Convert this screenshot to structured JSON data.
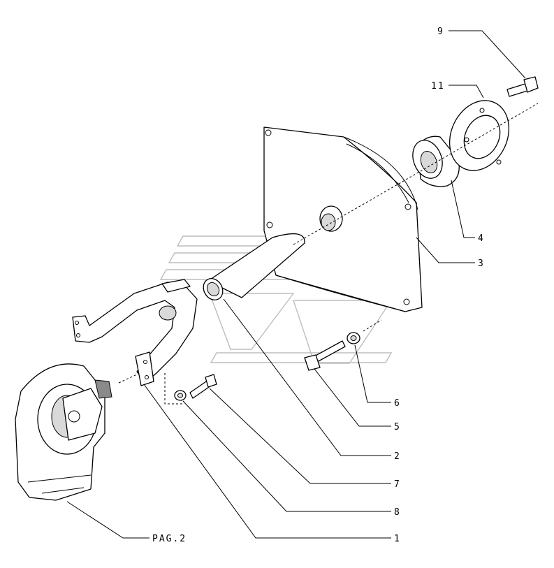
{
  "callouts": [
    {
      "id": "9",
      "text": "9"
    },
    {
      "id": "11",
      "text": "11"
    },
    {
      "id": "4",
      "text": "4"
    },
    {
      "id": "3",
      "text": "3"
    },
    {
      "id": "6",
      "text": "6"
    },
    {
      "id": "5",
      "text": "5"
    },
    {
      "id": "2",
      "text": "2"
    },
    {
      "id": "7",
      "text": "7"
    },
    {
      "id": "8",
      "text": "8"
    },
    {
      "id": "1",
      "text": "1"
    },
    {
      "id": "pag2",
      "text": "PAG.2"
    }
  ]
}
